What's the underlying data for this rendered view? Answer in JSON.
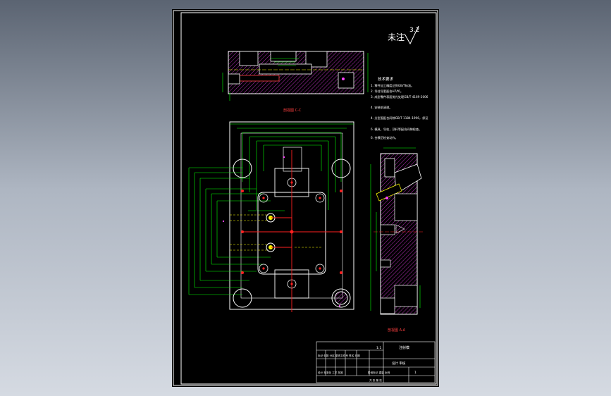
{
  "roughness": {
    "label": "未注",
    "value": "3.2"
  },
  "section_labels": {
    "top": "剖视图 C-C",
    "right": "剖视图 A-A"
  },
  "notes": {
    "title": "技术要求",
    "lines": [
      "1. 零件加工精度达到GB/T标准。",
      "2. 导柱导套配合H7/f6。",
      "3. 成型零件表面抛光处理GB/T 4169-2006",
      "4. 安装前清理。",
      "4. 分型面配合间隙GB/T 1184-1996，保证",
      "6. 模具，导柱，顶杆等配合间隙检查。",
      "6. 合模后检查动作。"
    ]
  },
  "title_block": {
    "scale": "1:1",
    "sheet": "1",
    "name_row": "注射模",
    "designer_row": "设计 审核",
    "dept_row": "标记 处数 分区 更改文件号 签名 日期",
    "qty_row": "阶段标记 重量 比例",
    "page_row": "共 张 第 张",
    "ref_row": "设计 标准化 工艺 批准"
  },
  "colors": {
    "outline": "#ffffff",
    "dimension": "#00ff00",
    "hole_red": "#ff2020",
    "magenta": "#ff40ff",
    "cyan": "#00ffff",
    "yellow": "#ffff00",
    "hatch": "#ff40ff"
  }
}
